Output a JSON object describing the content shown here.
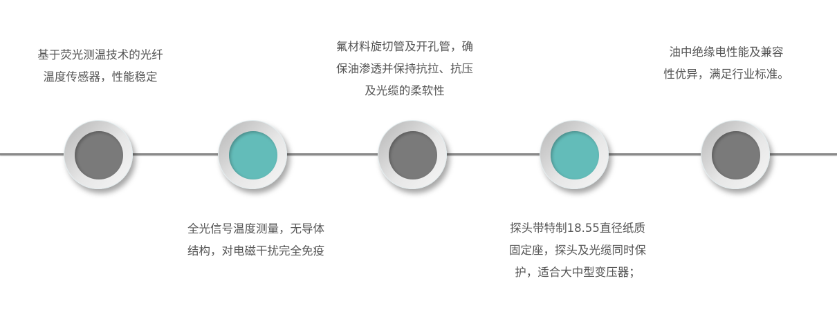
{
  "colors": {
    "gray": "#7a7a7a",
    "teal": "#63bcb9"
  },
  "nodes": [
    {
      "color": "gray",
      "lines": [
        "基于荧光测温技术的光纤",
        "温度传感器，性能稳定"
      ]
    },
    {
      "color": "teal",
      "lines": [
        "全光信号温度测量，无导体",
        "结构，对电磁干扰完全免疫"
      ]
    },
    {
      "color": "gray",
      "lines": [
        "氟材料旋切管及开孔管，确",
        "保油渗透并保持抗拉、抗压",
        "及光缆的柔软性"
      ]
    },
    {
      "color": "teal",
      "lines": [
        "探头带特制18.55直径纸质",
        "固定座，探头及光缆同时保",
        "护，适合大中型变压器；"
      ]
    },
    {
      "color": "gray",
      "lines": [
        "油中绝缘电性能及兼容",
        "性优异，满足行业标准。"
      ]
    }
  ]
}
